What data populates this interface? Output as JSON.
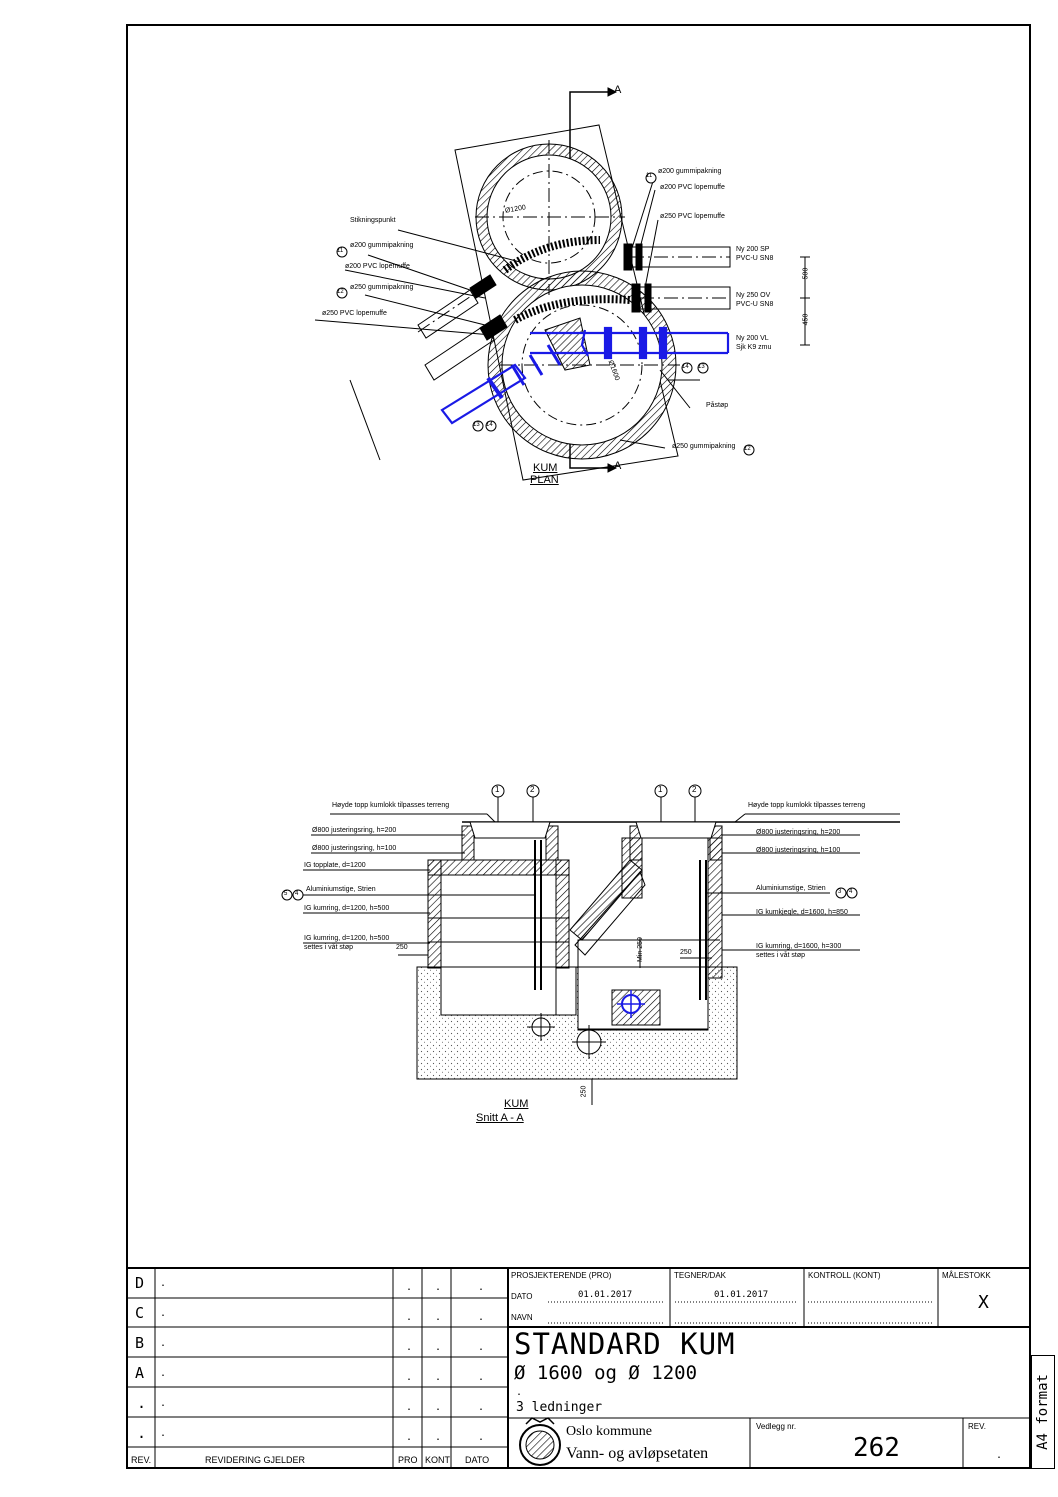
{
  "plan": {
    "section_marker_top": "A",
    "section_marker_bottom": "A",
    "title_line1": "KUM",
    "title_line2": "PLAN",
    "dim_1200": "Ø1200",
    "dim_1600": "Ø1600",
    "labels": {
      "stikningspunkt": "Stikningspunkt",
      "l200_gummi_left": "ø200 gummipakning",
      "l200_pvc_left": "ø200 PVC lopemuffe",
      "l250_gummi_left": "ø250 gummipakning",
      "l250_pvc_left": "ø250 PVC lopemuffe",
      "l200_gummi_right": "ø200 gummipakning",
      "l200_pvc_right": "ø200 PVC lopemuffe",
      "l250_pvc_right": "ø250 PVC lopemuffe",
      "ny200sp": "Ny 200 SP",
      "pvcu_sn8_a": "PVC-U SN8",
      "ny250ov": "Ny 250 OV",
      "pvcu_sn8_b": "PVC-U SN8",
      "ny200vl": "Ny 200 VL",
      "sjk_k9": "Sjk K9 zmu",
      "pastop": "Påstøp",
      "l250_gummi_bottom": "ø250 gummipakning"
    },
    "dims": {
      "d500": "500",
      "d450": "450"
    },
    "callouts": [
      "11",
      "12",
      "13",
      "14"
    ]
  },
  "section": {
    "title_line1": "KUM",
    "title_line2": "Snitt A - A",
    "callouts": [
      "1",
      "2",
      "3",
      "4",
      "5"
    ],
    "labels": {
      "hoyde_left": "Høyde topp kumlokk tilpasses terreng",
      "hoyde_right": "Høyde topp kumlokk tilpasses terreng",
      "just200_left": "Ø800 justeringsring, h=200",
      "just100_left": "Ø800 justeringsring, h=100",
      "topplate": "IG topplate, d=1200",
      "stige_left": "Aluminiumstige, Strien",
      "kumring500": "IG kumring, d=1200, h=500",
      "kumring_stop_a": "IG kumring, d=1200, h=500",
      "kumring_stop_b": "settes i våt støp",
      "just200_right": "Ø800 justeringsring, h=200",
      "just100_right": "Ø800 justeringsring, h=100",
      "stige_right": "Aluminiumstige, Strien",
      "kumkjegle": "IG kumkjegle, d=1600, h=850",
      "kumring1600_a": "IG kumring, d=1600, h=300",
      "kumring1600_b": "settes i våt støp"
    },
    "dims": {
      "d250_a": "250",
      "d250_b": "250",
      "d250_c": "250",
      "min250": "Min 250"
    }
  },
  "title_block": {
    "rev_rows": [
      {
        "rev": "D",
        "desc": ".",
        "pro": ".",
        "kont": ".",
        "dato": "."
      },
      {
        "rev": "C",
        "desc": ".",
        "pro": ".",
        "kont": ".",
        "dato": "."
      },
      {
        "rev": "B",
        "desc": ".",
        "pro": ".",
        "kont": ".",
        "dato": "."
      },
      {
        "rev": "A",
        "desc": ".",
        "pro": ".",
        "kont": ".",
        "dato": "."
      },
      {
        "rev": ".",
        "desc": ".",
        "pro": ".",
        "kont": ".",
        "dato": "."
      },
      {
        "rev": ".",
        "desc": ".",
        "pro": ".",
        "kont": ".",
        "dato": "."
      }
    ],
    "footer": {
      "rev": "REV.",
      "desc": "REVIDERING GJELDER",
      "pro": "PRO",
      "kont": "KONT",
      "dato": "DATO"
    },
    "prosjekterende": "PROSJEKTERENDE (PRO)",
    "tegner": "TEGNER/DAK",
    "kontroll": "KONTROLL (KONT)",
    "malestokk": "MÅLESTOKK",
    "malestokk_value": "X",
    "dato_label": "DATO",
    "dato_pro": "01.01.2017",
    "dato_tegner": "01.01.2017",
    "navn_label": "NAVN",
    "title": "STANDARD KUM",
    "subtitle": "Ø 1600 og Ø 1200",
    "dot": ".",
    "desc": "3 ledninger",
    "org1": "Oslo kommune",
    "org2": "Vann- og avløpsetaten",
    "vedlegg_label": "Vedlegg nr.",
    "vedlegg_value": "262",
    "rev_label": "REV.",
    "rev_value": "."
  },
  "format": "A4 format",
  "colors": {
    "line": "#000000",
    "highlight": "#1a1ae6"
  }
}
